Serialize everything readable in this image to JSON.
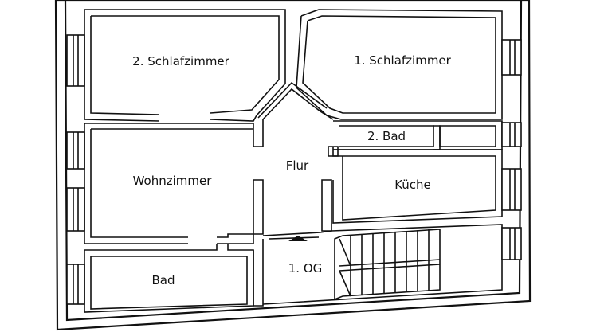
{
  "plan": {
    "rooms": {
      "schlafzimmer_2": "2. Schlafzimmer",
      "schlafzimmer_1": "1. Schlafzimmer",
      "bad_2": "2. Bad",
      "flur": "Flur",
      "wohnzimmer": "Wohnzimmer",
      "kueche": "Küche",
      "bad": "Bad",
      "og": "1. OG"
    }
  }
}
